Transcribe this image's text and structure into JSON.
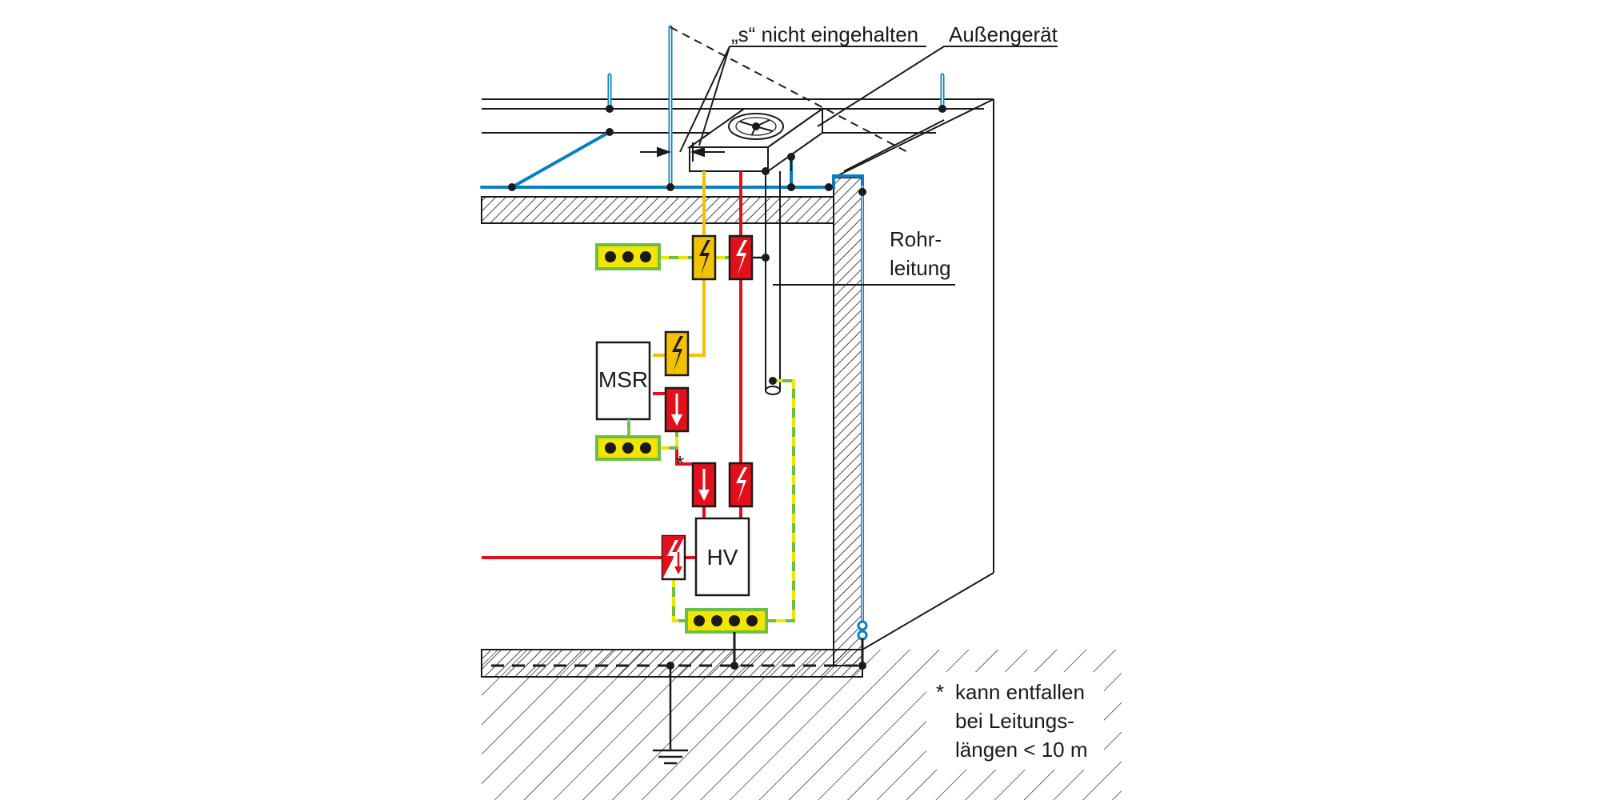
{
  "labels": {
    "s_not_kept": "„s“ nicht eingehalten",
    "outdoor_unit": "Außengerät",
    "pipe_line_1": "Rohr-",
    "pipe_line_2": "leitung",
    "msr": "MSR",
    "hv": "HV",
    "asterisk": "*"
  },
  "footnote": {
    "star": "*",
    "line1": "kann entfallen",
    "line2": "bei Leitungs-",
    "line3": "längen < 10 m"
  },
  "colors": {
    "lightning_protection": "#0a7fc4",
    "power_line": "#e2101b",
    "data_line": "#f2c100",
    "equipotential_green": "#6fbe44",
    "equipotential_yellow": "#f2e600",
    "outline": "#1a1a1a"
  },
  "icons": {
    "surge_arrester_yellow": "lightning-bolt-icon",
    "surge_arrester_red": "lightning-bolt-icon",
    "surge_arrester_arrow": "down-arrow-icon",
    "ground": "earth-ground-icon",
    "fan": "fan-icon"
  }
}
